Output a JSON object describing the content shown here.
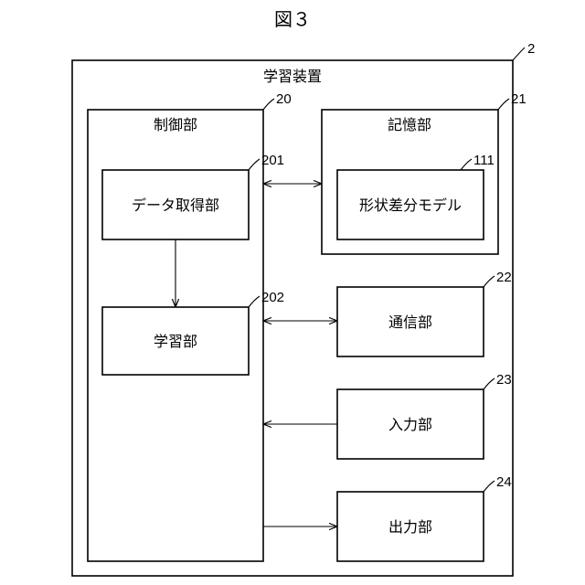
{
  "figure": {
    "title": "図３"
  },
  "device": {
    "ref": "2",
    "label": "学習装置"
  },
  "control": {
    "ref": "20",
    "label": "制御部"
  },
  "data_acquisition": {
    "ref": "201",
    "label": "データ取得部"
  },
  "learning": {
    "ref": "202",
    "label": "学習部"
  },
  "storage": {
    "ref": "21",
    "label": "記憶部"
  },
  "shape_diff_model": {
    "ref": "111",
    "label": "形状差分モデル"
  },
  "communication": {
    "ref": "22",
    "label": "通信部"
  },
  "input": {
    "ref": "23",
    "label": "入力部"
  },
  "output": {
    "ref": "24",
    "label": "出力部"
  }
}
